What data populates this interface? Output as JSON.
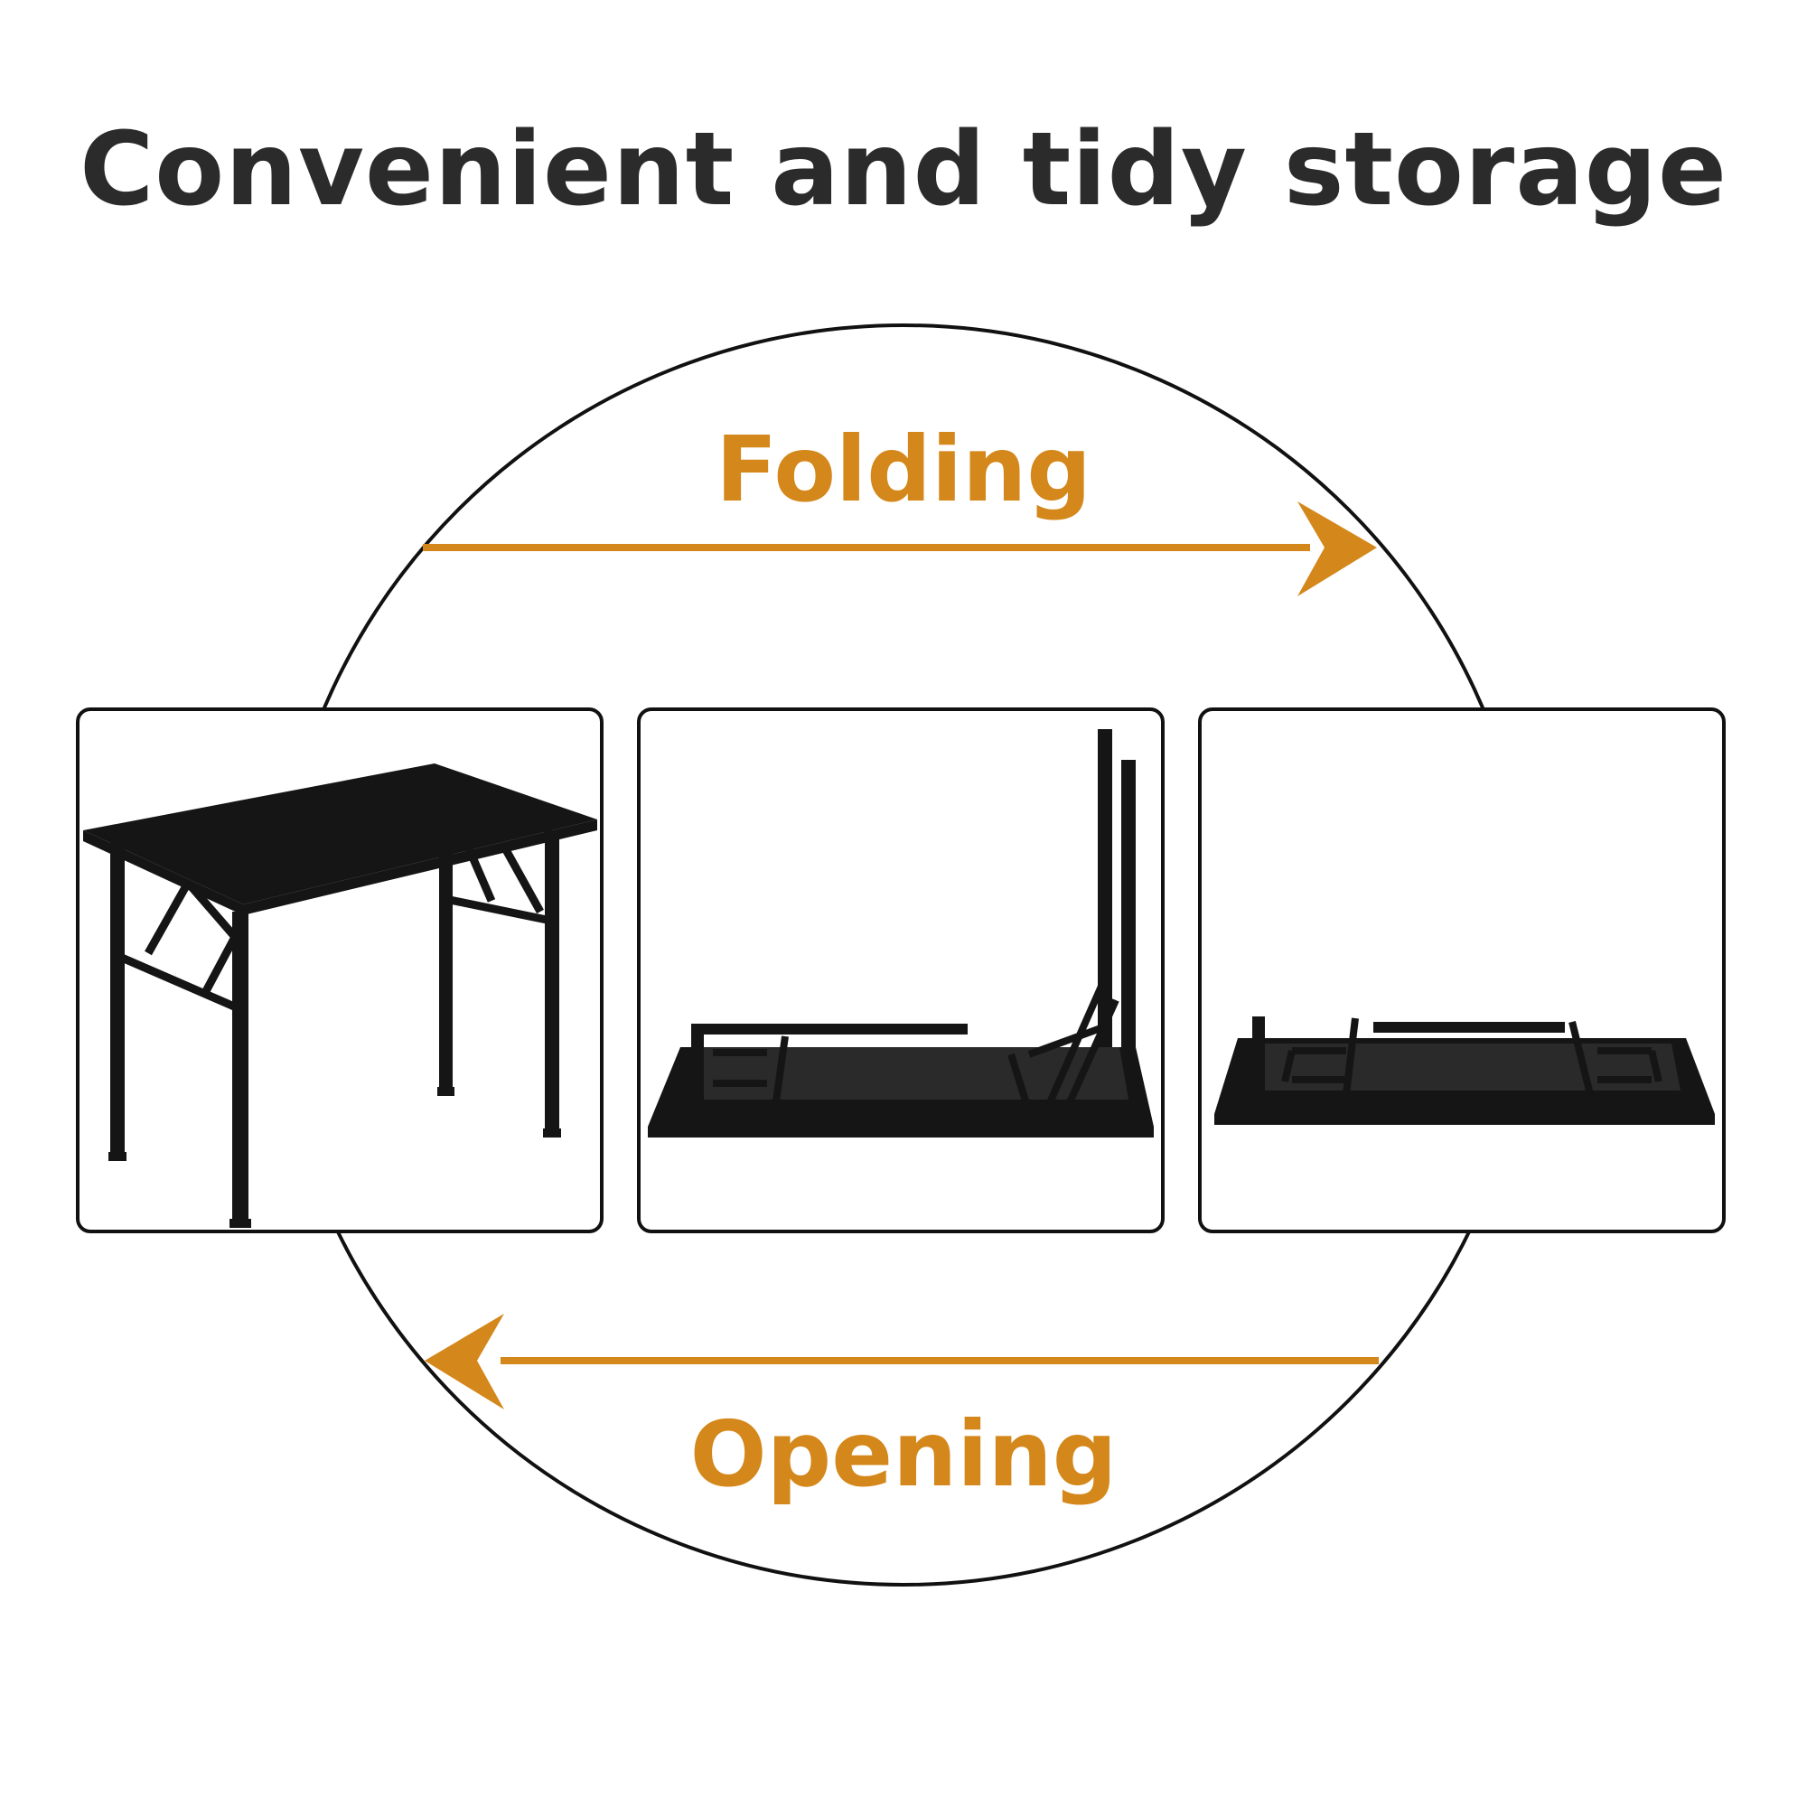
{
  "headline": "Convenient and tidy storage",
  "steps": {
    "forward_label": "Folding",
    "reverse_label": "Opening"
  },
  "panels": [
    {
      "state": "table-open-illustration"
    },
    {
      "state": "table-folding-illustration"
    },
    {
      "state": "table-folded-illustration"
    }
  ],
  "colors": {
    "headline_text": "#2b2b2b",
    "accent_orange": "#d4871a",
    "outline": "#111111",
    "table_black": "#151515"
  }
}
